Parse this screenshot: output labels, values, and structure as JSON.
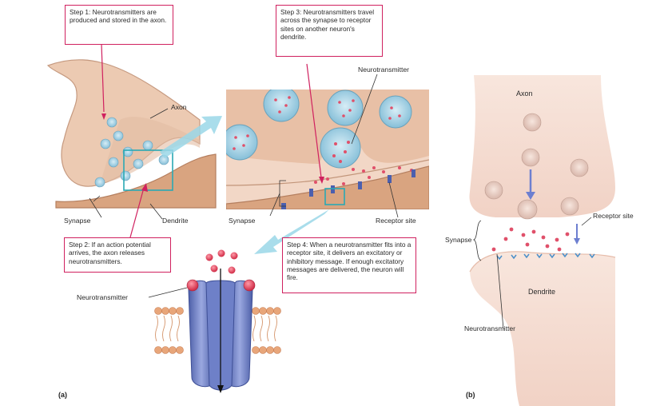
{
  "steps": {
    "step1": "Step 1: Neurotransmitters are produced and stored in the axon.",
    "step2": "Step 2: If an action potential arrives, the axon releases neurotransmitters.",
    "step3": "Step 3: Neurotransmitters travel across the synapse to receptor sites on another neuron's dendrite.",
    "step4": "Step 4: When a neurotransmitter fits into a receptor site, it delivers an excitatory or inhibitory message. If enough excitatory messages are delivered, the neuron will fire."
  },
  "labels_a": {
    "axon": "Axon",
    "synapse_left": "Synapse",
    "dendrite": "Dendrite",
    "synapse_mid": "Synapse",
    "receptor_site": "Receptor site",
    "neurotransmitter_top": "Neurotransmitter",
    "neurotransmitter_bottom": "Neurotransmitter"
  },
  "labels_b": {
    "axon": "Axon",
    "synapse": "Synapse",
    "receptor": "Receptor site",
    "dendrite": "Dendrite",
    "neurotransmitter": "Neurotransmitter"
  },
  "panels": {
    "a": "(a)",
    "b": "(b)"
  },
  "colors": {
    "accent_magenta": "#d0215f",
    "axon_tan": "#e8c3a8",
    "dendrite_tan": "#d9a480",
    "vesicle_blue": "#a9d3e6",
    "receptor_purple": "#5a6db8",
    "arrow_cyan": "#7fc9de",
    "right_pink": "#f6ddd3"
  }
}
